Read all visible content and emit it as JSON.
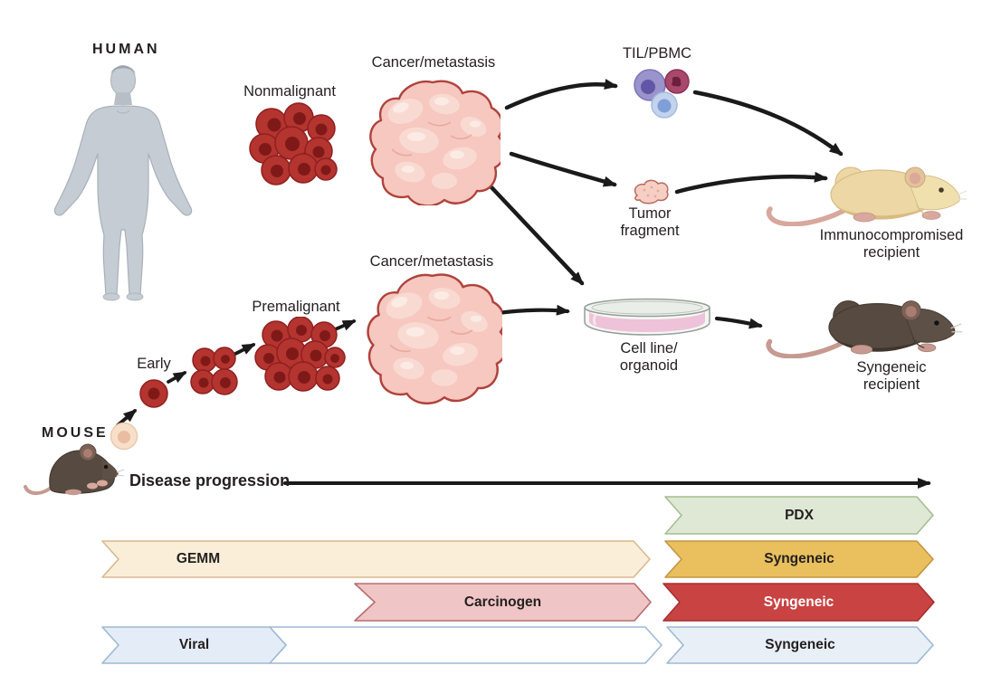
{
  "sections": {
    "human_label": "HUMAN",
    "mouse_label": "MOUSE"
  },
  "labels": {
    "nonmalignant": "Nonmalignant",
    "cancer_metastasis_top": "Cancer/metastasis",
    "til_pbmc": "TIL/PBMC",
    "tumor_fragment_line1": "Tumor",
    "tumor_fragment_line2": "fragment",
    "immunocompromised_line1": "Immunocompromised",
    "immunocompromised_line2": "recipient",
    "premalignant": "Premalignant",
    "early": "Early",
    "cancer_metastasis_bottom": "Cancer/metastasis",
    "cell_line_line1": "Cell line/",
    "cell_line_line2": "organoid",
    "syngeneic_recipient_line1": "Syngeneic",
    "syngeneic_recipient_line2": "recipient",
    "disease_progression": "Disease progression"
  },
  "banners": {
    "pdx": {
      "label": "PDX",
      "fill": "#dfe8d5",
      "border": "#a4bd90",
      "text_color": "#242021"
    },
    "gemm": {
      "label": "GEMM",
      "fill": "#fbeed9",
      "border": "#d9b98f",
      "text_color": "#242021"
    },
    "syngeneic_gemm": {
      "label": "Syngeneic",
      "fill": "#e9c05d",
      "border": "#c49542",
      "text_color": "#242021"
    },
    "carcinogen": {
      "label": "Carcinogen",
      "fill": "#f0c5c5",
      "border": "#b76e6e",
      "text_color": "#242021"
    },
    "syngeneic_carcinogen": {
      "label": "Syngeneic",
      "fill": "#c94343",
      "border": "#a53030",
      "text_color": "#ffffff"
    },
    "viral": {
      "label": "Viral",
      "fill": "#e4edf7",
      "border": "#9db9d4",
      "text_color": "#242021"
    },
    "viral_extension": {
      "label": "",
      "fill": "#ffffff",
      "border": "#9db9d4",
      "text_color": "#242021"
    },
    "syngeneic_viral": {
      "label": "Syngeneic",
      "fill": "#e8eff7",
      "border": "#9db9d4",
      "text_color": "#242021"
    }
  },
  "palette": {
    "arrow": "#1a1a1a",
    "text": "#252122",
    "human_body": "#c6ccd3",
    "human_outline": "#a9b0b9",
    "tumor_fill": "#f6c8c0",
    "tumor_outline": "#b0423c",
    "malignant_cell_fill": "#b43430",
    "malignant_cell_outline": "#8f201f",
    "malignant_cell_nucleus": "#7f1917",
    "pale_cell_fill": "#f8dfca",
    "til_purple": "#9a93cc",
    "til_maroon": "#a8496b",
    "til_blue": "#c3d3ec",
    "fragment_fill": "#f6cfc4",
    "petri_media": "#eec2d8",
    "petri_glass": "#f0f3ef",
    "mouse_beige": "#ecd7a5",
    "mouse_dark": "#564a41",
    "mouse_tail_pink": "#d8a79d"
  }
}
